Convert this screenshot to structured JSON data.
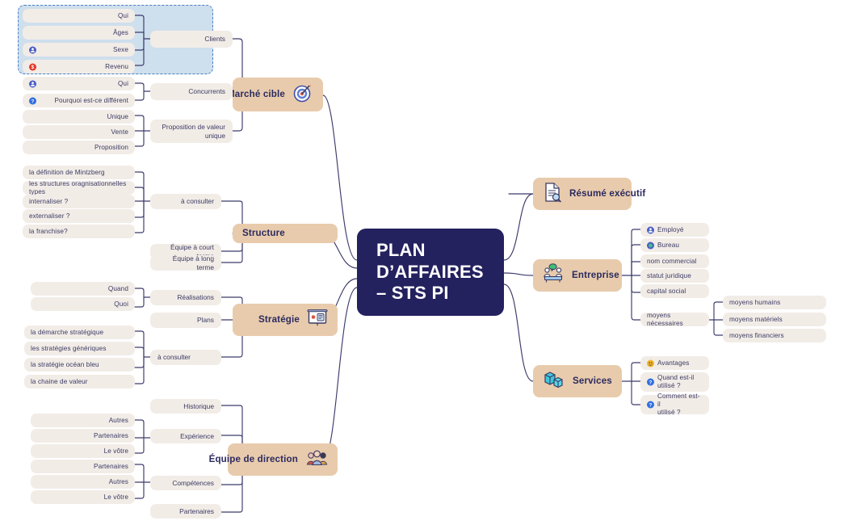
{
  "central": {
    "title": "PLAN\nD’AFFAIRES\n– STS PI",
    "bg": "#23215e",
    "fg": "#ffffff"
  },
  "palette": {
    "branch_bg": "#e8cbac",
    "pill_bg": "#f2ece7",
    "wire": "#3b3a6b",
    "selection_border": "#4f7fc4",
    "selection_fill": "#b0cbe2",
    "text": "#3a3a63"
  },
  "branches": [
    {
      "id": "marche-cible",
      "label": "Marché cible",
      "icon": "target-icon",
      "side": "left"
    },
    {
      "id": "structure",
      "label": "Structure",
      "icon": null,
      "side": "left"
    },
    {
      "id": "strategie",
      "label": "Stratégie",
      "icon": "presentation-board-icon",
      "side": "left"
    },
    {
      "id": "equipe-de-direction",
      "label": "Équipe de direction",
      "icon": "team-people-icon",
      "side": "left"
    },
    {
      "id": "resume-executif",
      "label": "Résumé exécutif",
      "icon": "document-search-icon",
      "side": "right"
    },
    {
      "id": "entreprise",
      "label": "Entreprise",
      "icon": "meeting-people-icon",
      "side": "right"
    },
    {
      "id": "services",
      "label": "Services",
      "icon": "boxes-icon",
      "side": "right"
    }
  ],
  "marche_cible": {
    "mid": [
      {
        "label": "Clients"
      },
      {
        "label": "Concurrents"
      },
      {
        "label": "Proposition de valeur\nunique"
      }
    ],
    "clients_leaves": [
      {
        "label": "Qui",
        "icon": null
      },
      {
        "label": "Âges",
        "icon": null
      },
      {
        "label": "Sexe",
        "icon": "person-blue-icon"
      },
      {
        "label": "Revenu",
        "icon": "money-red-icon"
      }
    ],
    "concurrents_leaves": [
      {
        "label": "Qui",
        "icon": "person-blue-icon"
      },
      {
        "label": "Pourquoi est-ce différent",
        "icon": "question-blue-icon"
      }
    ],
    "proposition_leaves": [
      {
        "label": "Unique",
        "icon": null
      },
      {
        "label": "Vente",
        "icon": null
      },
      {
        "label": "Proposition",
        "icon": null
      }
    ]
  },
  "structure": {
    "mid": [
      {
        "label": "à consulter"
      },
      {
        "label": "Équipe à court terme"
      },
      {
        "label": "Équipe à long terme"
      }
    ],
    "a_consulter_leaves": [
      {
        "label": "la définition de Mintzberg"
      },
      {
        "label": "les structures oragnisationnelles types"
      },
      {
        "label": "internaliser ?"
      },
      {
        "label": "externaliser ?"
      },
      {
        "label": "la franchise?"
      }
    ]
  },
  "strategie": {
    "mid": [
      {
        "label": "Réalisations"
      },
      {
        "label": "Plans"
      },
      {
        "label": "à consulter"
      }
    ],
    "realisations_leaves": [
      {
        "label": "Quand"
      },
      {
        "label": "Quoi"
      }
    ],
    "a_consulter_leaves": [
      {
        "label": "la démarche stratégique"
      },
      {
        "label": "les stratégies génériques"
      },
      {
        "label": "la stratégie océan bleu"
      },
      {
        "label": "la chaine de valeur"
      }
    ]
  },
  "equipe_direction": {
    "mid": [
      {
        "label": "Historique"
      },
      {
        "label": "Expérience"
      },
      {
        "label": "Compétences"
      },
      {
        "label": "Partenaires"
      }
    ],
    "experience_leaves": [
      {
        "label": "Autres"
      },
      {
        "label": "Partenaires"
      },
      {
        "label": "Le vôtre"
      }
    ],
    "competences_leaves": [
      {
        "label": "Partenaires"
      },
      {
        "label": "Autres"
      },
      {
        "label": "Le vôtre"
      }
    ]
  },
  "entreprise": {
    "leaves": [
      {
        "label": "Employé",
        "icon": "person-blue-icon"
      },
      {
        "label": "Bureau",
        "icon": "office-green-icon"
      },
      {
        "label": "nom commercial",
        "icon": null
      },
      {
        "label": "statut juridique",
        "icon": null
      },
      {
        "label": "capital social",
        "icon": null
      },
      {
        "label": "moyens nécessaires",
        "icon": null
      }
    ],
    "moyens_leaves": [
      {
        "label": "moyens humains"
      },
      {
        "label": "moyens matériels"
      },
      {
        "label": "moyens financiers"
      }
    ]
  },
  "services": {
    "leaves": [
      {
        "label": "Avantages",
        "icon": "smiley-yellow-icon"
      },
      {
        "label": "Quand est-il\nutilisé ?",
        "icon": "question-blue-icon"
      },
      {
        "label": "Comment est-il\nutilisé ?",
        "icon": "question-blue-icon"
      }
    ]
  }
}
